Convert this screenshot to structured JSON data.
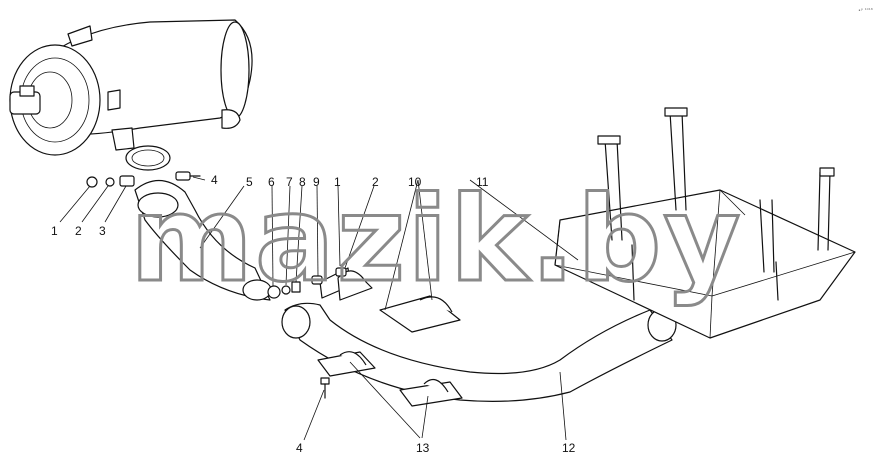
{
  "watermark": "mazik.by",
  "corner_mark": "•ᵖ ¹⁰¹⁸",
  "callouts": {
    "c1a": "1",
    "c2a": "2",
    "c3": "3",
    "c4a": "4",
    "c5": "5",
    "c6": "6",
    "c7": "7",
    "c8": "8",
    "c9": "9",
    "c1b": "1",
    "c2b": "2",
    "c10": "10",
    "c11": "11",
    "c12": "12",
    "c4b": "4",
    "c13": "13"
  }
}
